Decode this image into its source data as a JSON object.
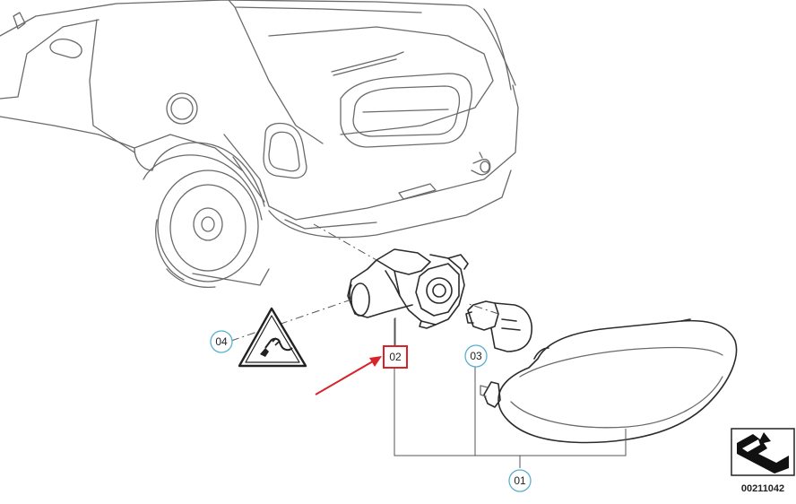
{
  "callouts": {
    "c01": "01",
    "c02": "02",
    "c03": "03",
    "c04": "04"
  },
  "diagram_id": "00211042",
  "colors": {
    "callout_ring": "#5ab0cf",
    "highlight_box": "#d8232a",
    "arrow": "#d8232a",
    "line_art": "#6a6a6a"
  },
  "icons": {
    "warning_triangle": "plug-warning-icon",
    "corner_logo": "arrow-logo-icon"
  }
}
